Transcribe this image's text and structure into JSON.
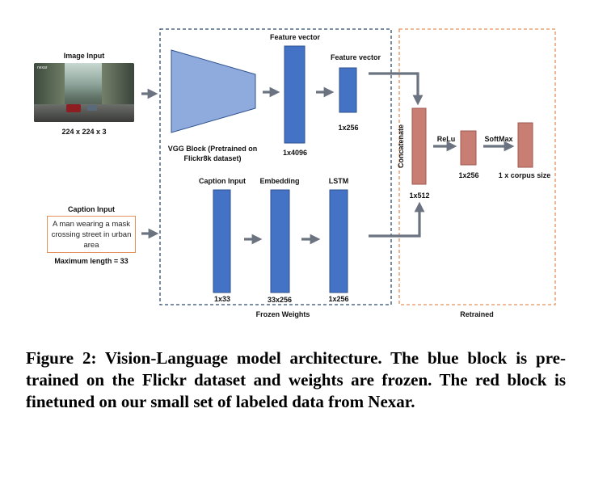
{
  "figure": {
    "image_input_title": "Image Input",
    "image_dims": "224 x 224 x 3",
    "caption_input_title": "Caption Input",
    "caption_text": "A man wearing a mask crossing street in urban area",
    "max_length": "Maximum length = 33",
    "feature_vector_top": "Feature vector",
    "feature_vector_mid": "Feature vector",
    "vgg_label": "VGG Block (Pretrained on Flickr8k dataset)",
    "dim_4096": "1x4096",
    "dim_256_top": "1x256",
    "caption_input_inner": "Caption Input",
    "embedding": "Embedding",
    "lstm": "LSTM",
    "dim_33": "1x33",
    "dim_33x256": "33x256",
    "dim_256_lstm": "1x256",
    "frozen_weights": "Frozen Weights",
    "concatenate": "Concatenate",
    "dim_512": "1x512",
    "relu": "ReLu",
    "dim_256_relu": "1x256",
    "softmax": "SoftMax",
    "corpus": "1 x corpus size",
    "retrained": "Retrained",
    "colors": {
      "blue_block": "#4472c4",
      "blue_border": "#2f528f",
      "vgg_fill": "#8faadc",
      "red_block": "#c97e74",
      "red_border": "#9e5a50",
      "arrow": "#6b7380",
      "blue_dash": "#2e4a6e",
      "red_dash": "#e4905a"
    }
  },
  "caption": "Figure 2: Vision-Language model architecture. The blue block is pre-trained on the Flickr dataset and weights are frozen. The red block is finetuned on our small set of labeled data from Nexar."
}
